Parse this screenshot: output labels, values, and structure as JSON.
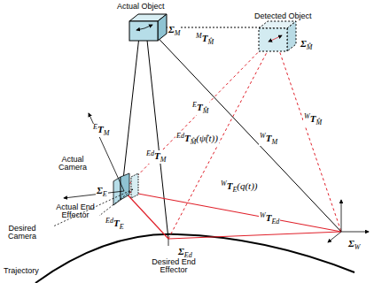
{
  "diagram": {
    "labels": [
      "Actual Object",
      "Detected Object",
      "ΣM",
      "ΣM̂",
      "MTM̂",
      "ETM",
      "ETM̂",
      "EdTM̂(ψ̂(t))",
      "WTM̂",
      "EdTM",
      "WTM",
      "Actual Camera",
      "ΣE",
      "Actual End Effector",
      "Desired Camera",
      "EdTE",
      "WTE(q(t))",
      "WTEd",
      "Trajectory",
      "ΣEd",
      "Desired End Effector",
      "ΣW"
    ]
  }
}
